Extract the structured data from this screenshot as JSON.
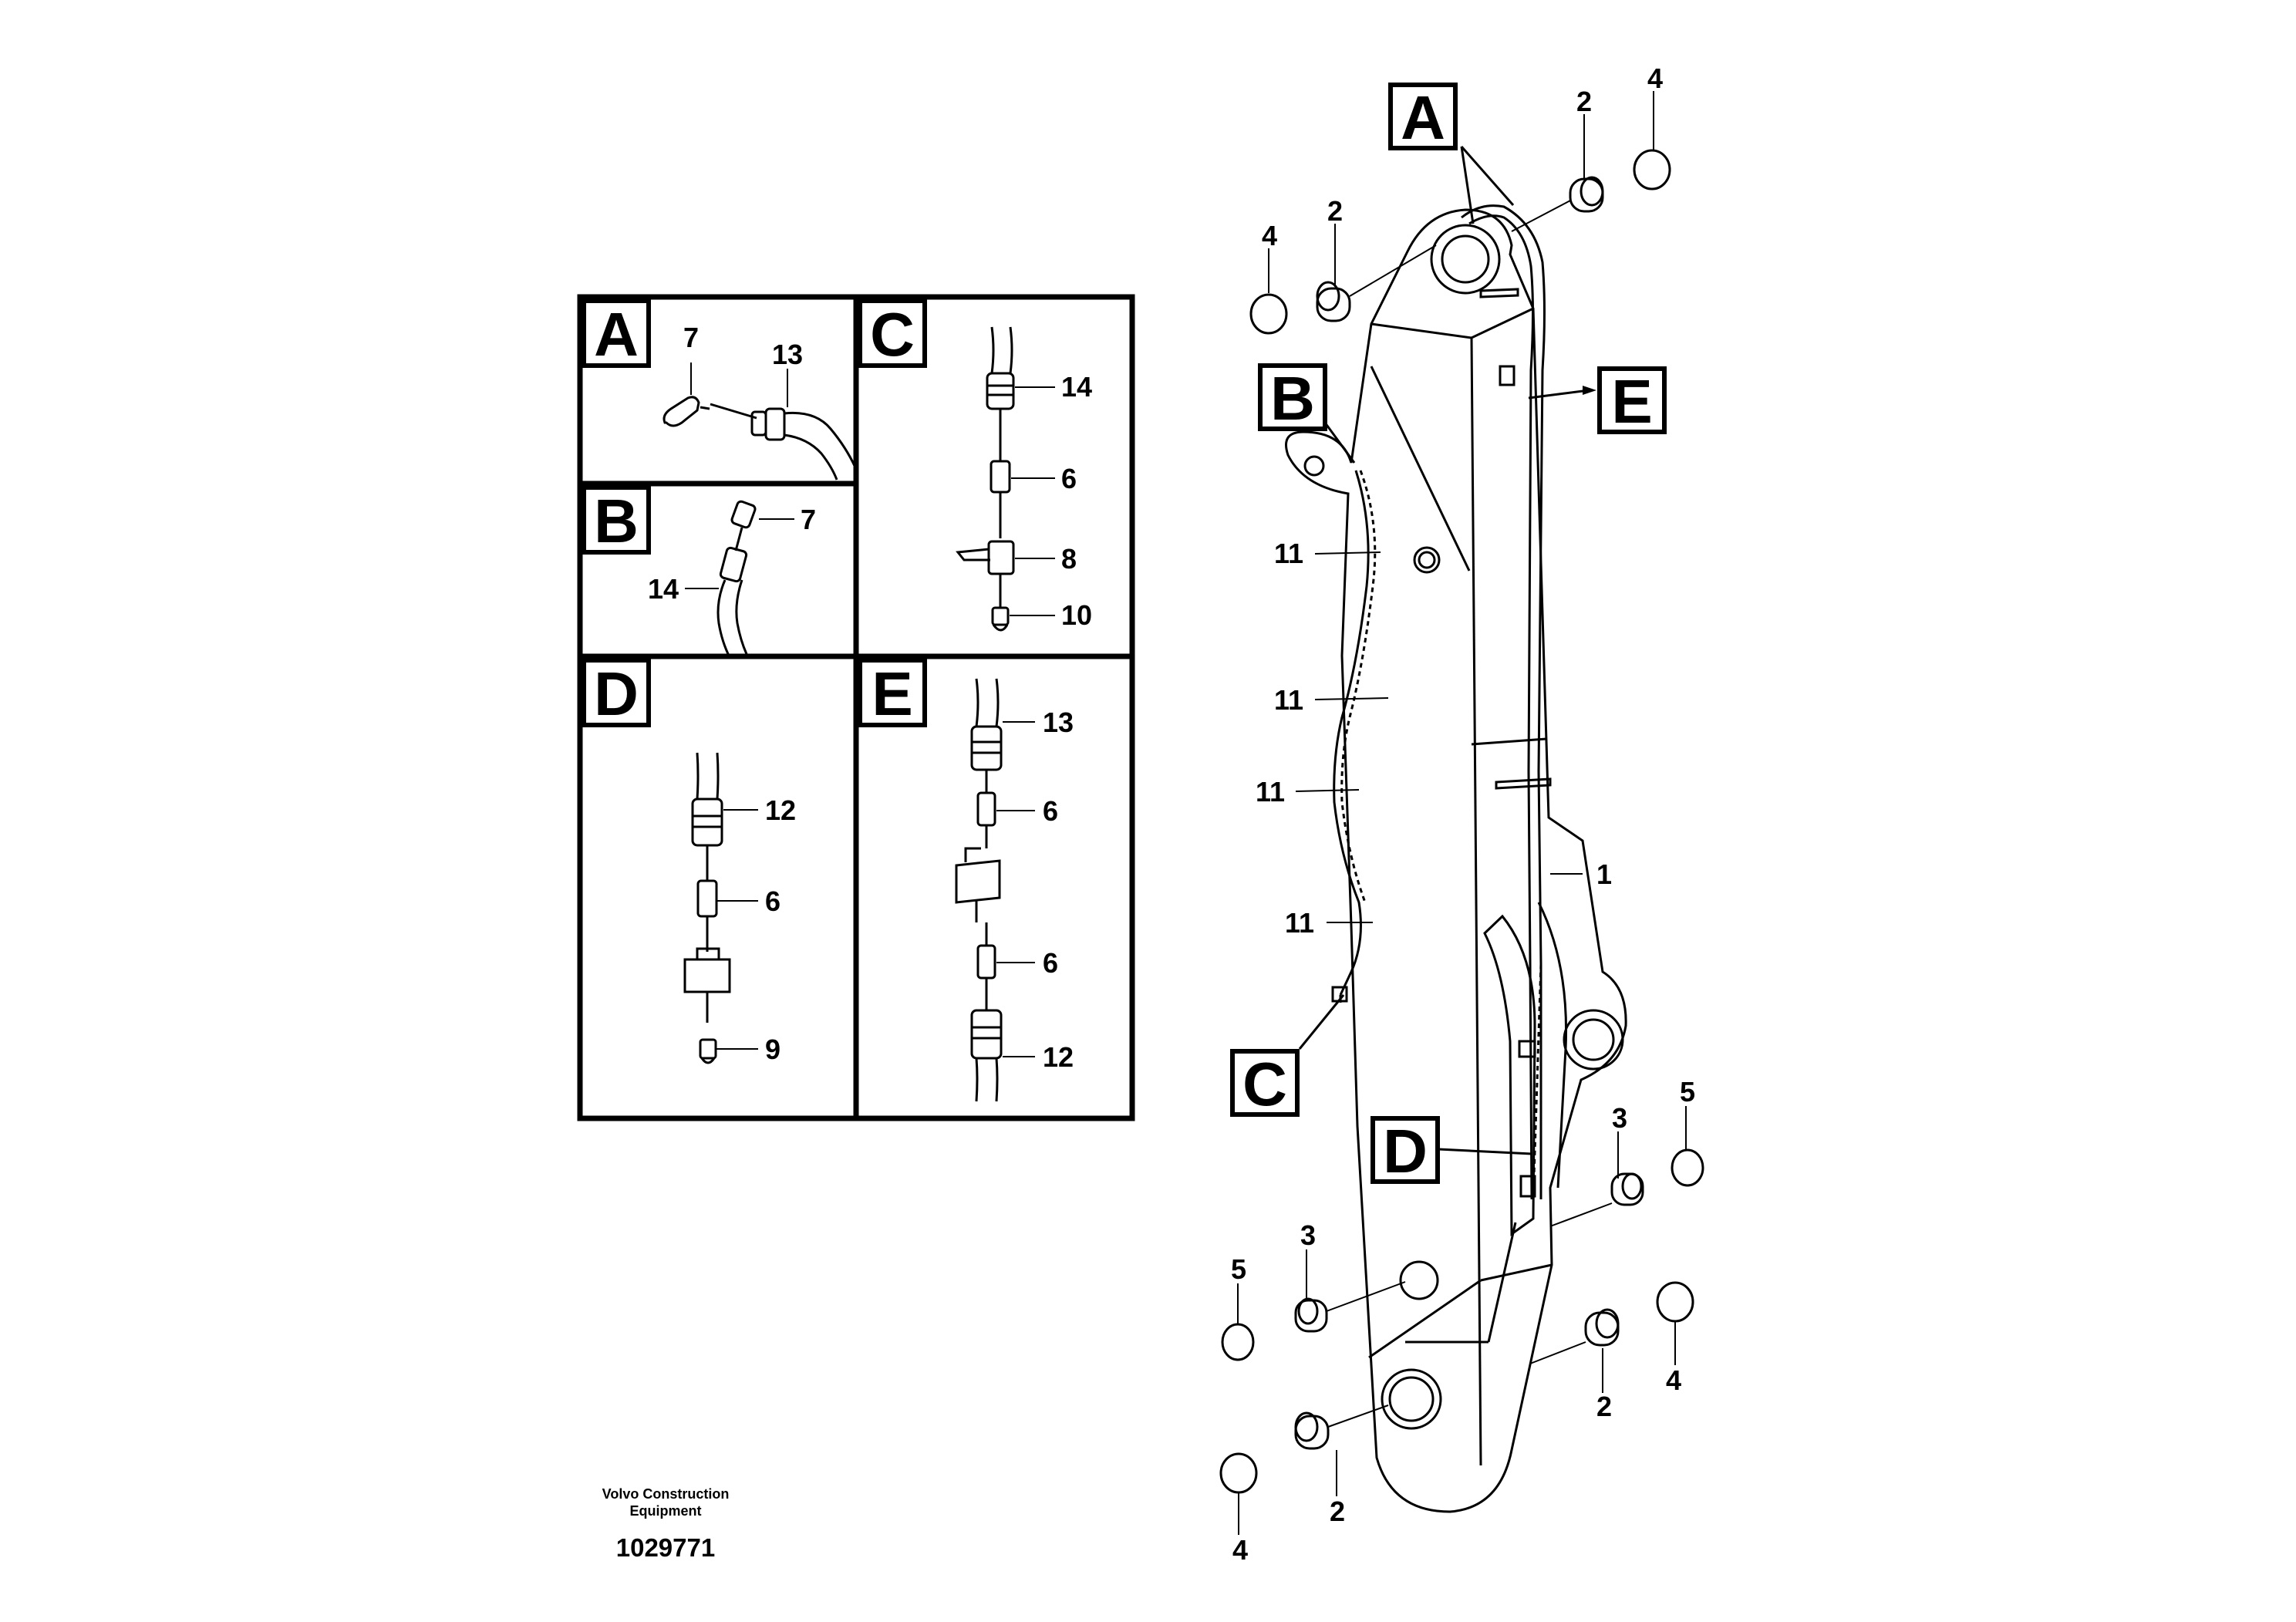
{
  "details": [
    {
      "letter": "A",
      "labels": [
        "7",
        "13"
      ]
    },
    {
      "letter": "B",
      "labels": [
        "7",
        "14"
      ]
    },
    {
      "letter": "C",
      "labels": [
        "14",
        "6",
        "8",
        "10"
      ]
    },
    {
      "letter": "D",
      "labels": [
        "12",
        "6",
        "9"
      ]
    },
    {
      "letter": "E",
      "labels": [
        "13",
        "6",
        "6",
        "12"
      ]
    }
  ],
  "callouts": [
    "A",
    "B",
    "C",
    "D",
    "E"
  ],
  "boom_labels": [
    "4",
    "2",
    "2",
    "4",
    "11",
    "11",
    "11",
    "11",
    "1",
    "3",
    "5",
    "3",
    "5",
    "2",
    "4",
    "2",
    "4"
  ],
  "footer": {
    "company_line1": "Volvo Construction",
    "company_line2": "Equipment",
    "drawing_number": "1029771"
  }
}
